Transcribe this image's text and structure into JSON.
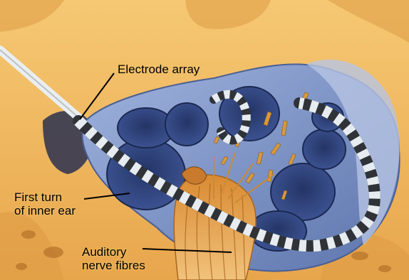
{
  "labels": {
    "electrode_array": "Electrode array",
    "first_turn_line1": "First turn",
    "first_turn_line2": "of inner ear",
    "auditory_line1": "Auditory",
    "auditory_line2": "nerve fibres"
  },
  "colors": {
    "bone": "#f0b85c",
    "bone_dark": "#c98a36",
    "cochlea": "#7d98c7",
    "cochlea_dark": "#2b3f78",
    "nerve": "#e3a24e",
    "electrode_dark": "#2f3338",
    "electrode_light": "#e6ecef",
    "text": "#000000"
  }
}
